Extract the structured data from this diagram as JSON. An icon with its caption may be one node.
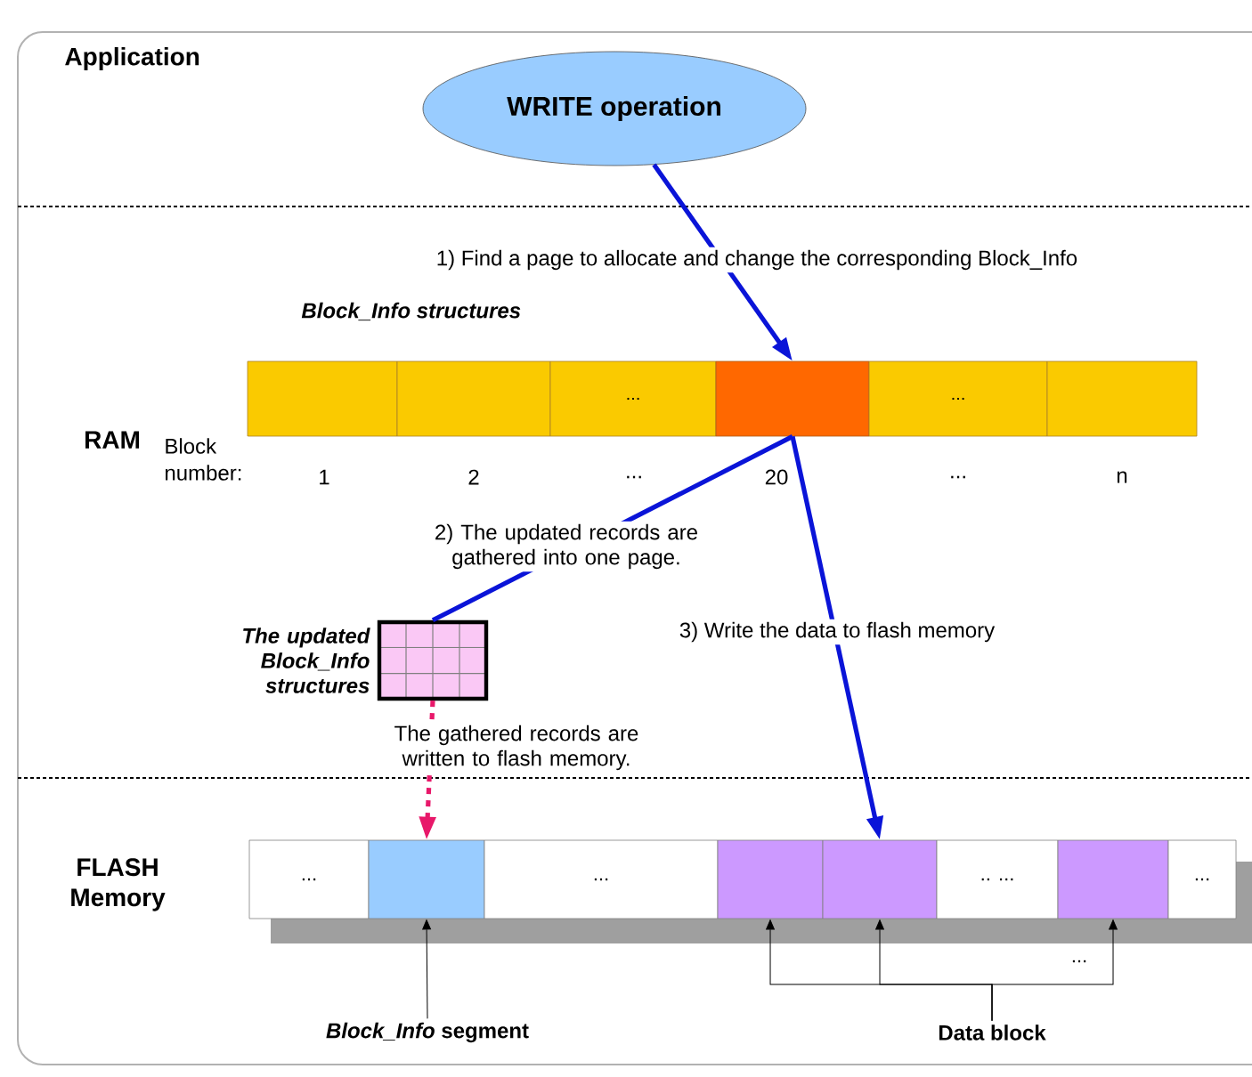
{
  "diagram": {
    "nodes": [
      {
        "text": [
          "WRITE operation"
        ]
      },
      {
        "text": [],
        "shape": "box"
      },
      {
        "text": [],
        "shape": "box"
      },
      {
        "text": [
          "..."
        ]
      },
      {
        "text": [],
        "shape": "box"
      },
      {
        "text": [
          "..."
        ]
      },
      {
        "text": [],
        "shape": "box"
      },
      {
        "text": [
          "The updated Block_Info structures"
        ]
      },
      {
        "text": [
          "..."
        ]
      },
      {
        "text": [],
        "shape": "box"
      },
      {
        "text": [
          "..."
        ]
      },
      {
        "text": [],
        "shape": "box"
      },
      {
        "text": [],
        "shape": "box"
      },
      {
        "text": [
          ".. ..."
        ]
      },
      {
        "text": [],
        "shape": "box"
      },
      {
        "text": [
          "..."
        ]
      },
      {
        "text": [
          "*Block_Info* segment"
        ]
      },
      {
        "text": [
          "Data block"
        ]
      }
    ],
    "edges": [
      {
        "from": 0,
        "to": 4,
        "arrow": "to",
        "label": "1) Find a page to allocate and change the corresponding Block_Info",
        "style": "thick",
        "color": "#0a14d8"
      },
      {
        "from": 4,
        "to": 7,
        "arrow": "none",
        "label": "2) The updated records are gathered into one page.",
        "style": "thick",
        "color": "#0a14d8"
      },
      {
        "from": 4,
        "to": 12,
        "arrow": "to",
        "label": "3) Write the data to flash memory",
        "style": "thick",
        "color": "#0a14d8"
      },
      {
        "from": 7,
        "to": 9,
        "arrow": "to",
        "label": "The gathered records are written to flash memory.",
        "style": "dashed",
        "color": "#e8186a"
      },
      {
        "from": 16,
        "to": 9,
        "arrow": "to"
      },
      {
        "from": 17,
        "to": 11,
        "arrow": "to"
      },
      {
        "from": 17,
        "to": 12,
        "arrow": "to"
      },
      {
        "from": 17,
        "to": 14,
        "arrow": "to"
      }
    ],
    "labels": [
      "Application",
      "Block_Info structures",
      "RAM",
      "Block number:",
      "1",
      "2",
      "...",
      "20",
      "...",
      "n",
      "FLASH Memory",
      "..."
    ]
  }
}
